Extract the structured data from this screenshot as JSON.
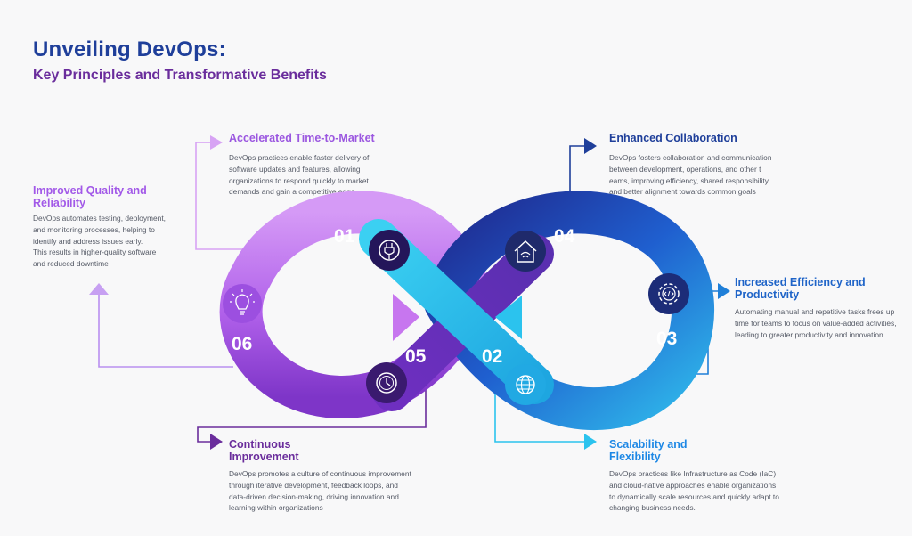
{
  "title": "Unveiling DevOps:",
  "subtitle": "Key Principles and Transformative Benefits",
  "colors": {
    "title": "#1f3f9a",
    "subtitle": "#6a2d9c",
    "violet": "#a259e8",
    "light_violet": "#d28af2",
    "cyan": "#23bfe6",
    "blue": "#1a4ac4",
    "navy": "#1f2a8f",
    "text": "#555a66"
  },
  "steps": [
    {
      "number": "01",
      "icon": "plug-icon",
      "title": "Accelerated Time-to-Market",
      "text": "DevOps practices enable faster delivery of\nsoftware updates and features, allowing\norganizations to respond quickly to market\ndemands and gain a competitive edge.",
      "color": "#9b57e0"
    },
    {
      "number": "02",
      "icon": "globe-icon",
      "title": "Scalability and\nFlexibility",
      "text": "DevOps practices like Infrastructure as Code (IaC)\nand cloud-native approaches enable organizations\nto dynamically scale resources and quickly adapt to\nchanging business needs.",
      "color": "#1e88e5"
    },
    {
      "number": "03",
      "icon": "gear-code-icon",
      "title": "Increased Efficiency and\nProductivity",
      "text": "Automating manual and repetitive tasks frees up\ntime for teams to focus on value-added activities,\nleading to greater productivity and innovation.",
      "color": "#1f64c8"
    },
    {
      "number": "04",
      "icon": "house-wifi-icon",
      "title": "Enhanced Collaboration",
      "text": "DevOps fosters collaboration and communication\n between development, operations, and other t\neams, improving efficiency, shared responsibility,\nand better alignment towards common goals",
      "color": "#1f3f9a"
    },
    {
      "number": "05",
      "icon": "clock-icon",
      "title": "Continuous\nImprovement",
      "text": "DevOps promotes a culture of continuous improvement\nthrough iterative development, feedback loops, and\ndata-driven decision-making, driving innovation and\nlearning within organizations",
      "color": "#6a2d9c"
    },
    {
      "number": "06",
      "icon": "lightbulb-icon",
      "title": "Improved Quality and\nReliability",
      "text": "DevOps automates testing, deployment,\nand monitoring processes, helping to\nidentify and address issues early.\nThis results in higher-quality software\nand reduced downtime",
      "color": "#a259e8"
    }
  ]
}
